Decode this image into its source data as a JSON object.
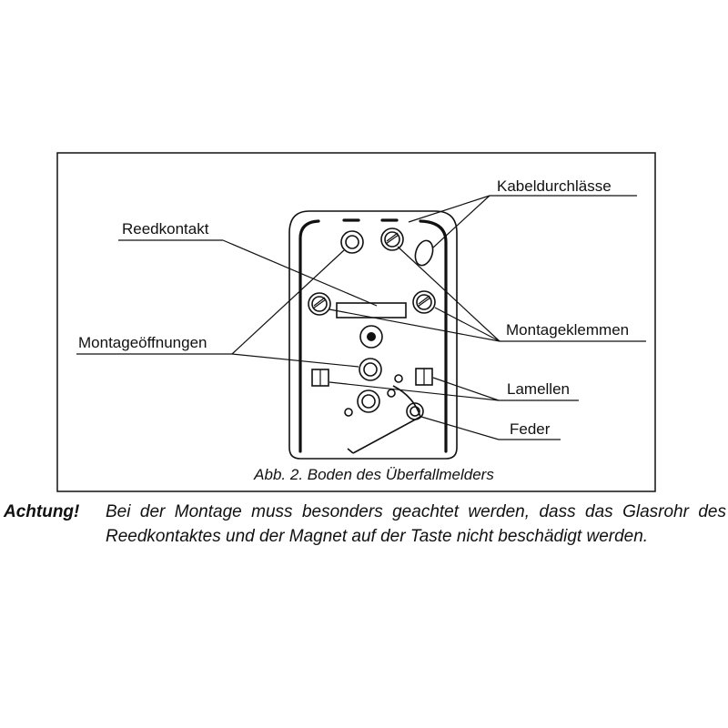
{
  "labels": {
    "kabeldurchlaesse": "Kabeldurchlässe",
    "reedkontakt": "Reedkontakt",
    "montageklemmen": "Montageklemmen",
    "montageoeffnungen": "Montageöffnungen",
    "lamellen": "Lamellen",
    "feder": "Feder"
  },
  "caption": "Abb. 2. Boden des Überfallmelders",
  "note": {
    "label": "Achtung!",
    "text": "Bei der Montage muss besonders geachtet werden, dass das Glasrohr des Reedkontaktes und der Magnet auf der Taste nicht beschädigt werden."
  }
}
